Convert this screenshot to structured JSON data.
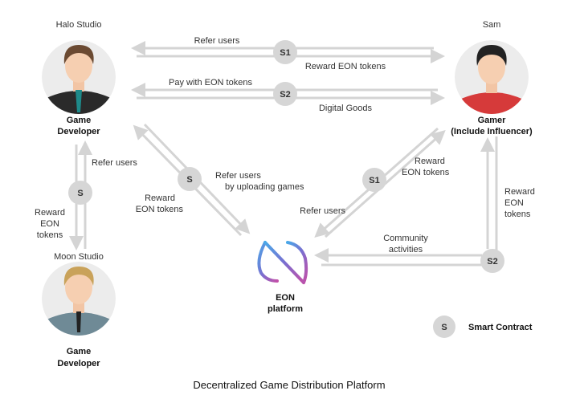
{
  "title": "Decentralized Game Distribution Platform",
  "actors": {
    "halo": {
      "name": "Halo Studio",
      "role1": "Game",
      "role2": "Developer"
    },
    "sam": {
      "name": "Sam",
      "role1": "Gamer",
      "role2": "(Include Influencer)"
    },
    "moon": {
      "name": "Moon Studio",
      "role1": "Game",
      "role2": "Developer"
    },
    "eon": {
      "line1": "EON",
      "line2": "platform"
    }
  },
  "flows": {
    "s1_top": {
      "node": "S1",
      "upper": "Refer users",
      "lower": "Reward EON tokens"
    },
    "s2_top": {
      "node": "S2",
      "upper": "Pay with EON tokens",
      "lower": "Digital Goods"
    },
    "s_vertical": {
      "node": "S",
      "right": "Refer users",
      "left_1": "Reward",
      "left_2": "EON",
      "left_3": "tokens"
    },
    "s_diag": {
      "node": "S",
      "left_1": "Reward",
      "left_2": "EON tokens",
      "right_1": "Refer users",
      "right_2": "by uploading games"
    },
    "s1_diag": {
      "node": "S1",
      "left": "Refer users",
      "right_1": "Reward",
      "right_2": "EON tokens"
    },
    "s2_right": {
      "node": "S2",
      "top_1": "Community",
      "top_2": "activities",
      "right_1": "Reward",
      "right_2": "EON",
      "right_3": "tokens"
    }
  },
  "legend": {
    "node": "S",
    "label": "Smart Contract"
  },
  "colors": {
    "arrow": "#d4d4d4",
    "node": "#d6d6d6",
    "logo_start": "#4aa8e8",
    "logo_end": "#c24fa8"
  }
}
